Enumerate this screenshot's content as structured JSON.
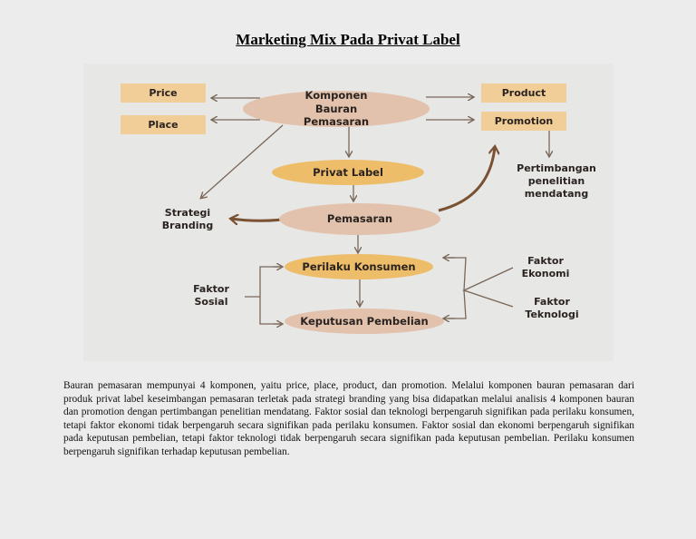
{
  "title": "Marketing Mix Pada Privat Label",
  "diagram": {
    "nodes": {
      "price": "Price",
      "place": "Place",
      "product": "Product",
      "promotion": "Promotion",
      "komponen": "Komponen Bauran Pemasaran",
      "privat_label": "Privat Label",
      "pemasaran": "Pemasaran",
      "perilaku": "Perilaku Konsumen",
      "keputusan": "Keputusan Pembelian",
      "strategi": "Strategi Branding",
      "pertimbangan": "Pertimbangan penelitian mendatang",
      "faktor_sosial": "Faktor Sosial",
      "faktor_ekonomi": "Faktor Ekonomi",
      "faktor_teknologi": "Faktor Teknologi"
    },
    "colors": {
      "rect_fill": "#f1cd97",
      "oval_pink": "#e2c2ad",
      "oval_gold": "#eebd6a",
      "arrow": "#7a675a",
      "accent_arrow": "#7a5232"
    }
  },
  "paragraph": "Bauran pemasaran mempunyai 4 komponen, yaitu price, place, product, dan promotion. Melalui komponen bauran pemasaran dari produk privat label keseimbangan pemasaran terletak pada strategi branding yang bisa didapatkan melalui analisis 4 komponen bauran dan promotion dengan pertimbangan penelitian mendatang. Faktor sosial dan teknologi berpengaruh signifikan pada perilaku konsumen, tetapi faktor ekonomi tidak berpengaruh secara signifikan pada perilaku konsumen. Faktor sosial dan ekonomi berpengaruh signifikan pada keputusan pembelian, tetapi faktor teknologi tidak berpengaruh secara signifikan pada keputusan pembelian. Perilaku konsumen berpengaruh signifikan terhadap keputusan pembelian."
}
